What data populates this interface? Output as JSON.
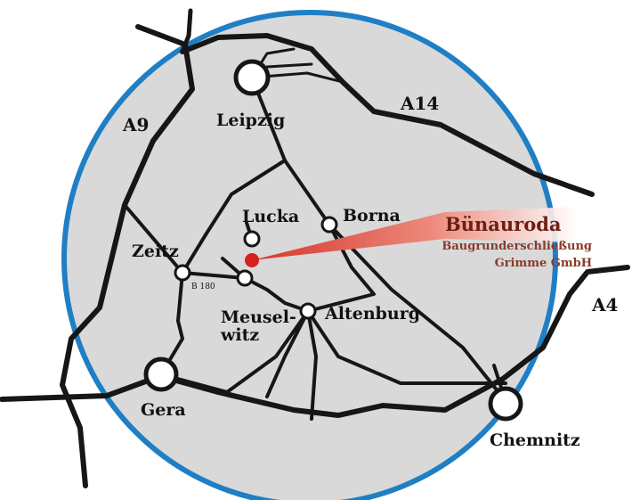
{
  "highways": {
    "a9": "A9",
    "a14": "A14",
    "a4": "A4",
    "b180": "B 180"
  },
  "cities": {
    "leipzig": "Leipzig",
    "lucka": "Lucka",
    "borna": "Borna",
    "zeitz": "Zeitz",
    "meuselwitz_line1": "Meusel-",
    "meuselwitz_line2": "witz",
    "altenburg": "Altenburg",
    "gera": "Gera",
    "chemnitz": "Chemnitz"
  },
  "company": {
    "name": "Bünauroda",
    "line1": "Baugrunderschließung",
    "line2": "Grimme GmbH"
  },
  "colors": {
    "circle_fill": "#d9d9d9",
    "circle_border": "#1f7fc4",
    "road": "#161616",
    "marker": "#d81e1e",
    "pointer": "#e2574a"
  }
}
